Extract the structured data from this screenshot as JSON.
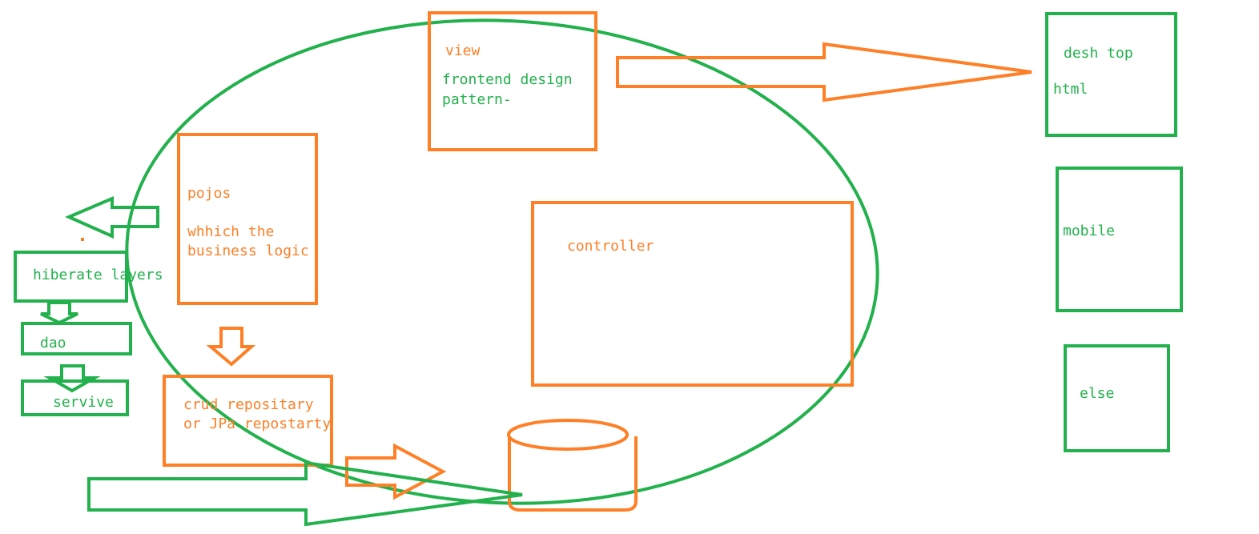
{
  "colors": {
    "orange": "#ff7f27",
    "green": "#22b14c"
  },
  "labels": {
    "view": "view",
    "frontend_line1": "frontend design",
    "frontend_line2": "pattern-",
    "desktop": "desh top",
    "html": "html",
    "pojos": "pojos",
    "business_line1": "whhich the",
    "business_line2": "business logic",
    "hibernate": "hiberate layers",
    "dao": "dao",
    "service": "servive",
    "controller": "controller",
    "mobile": "mobile",
    "else": "else",
    "repo_line1": "crud repositary",
    "repo_line2": "or JPa repostarty"
  }
}
